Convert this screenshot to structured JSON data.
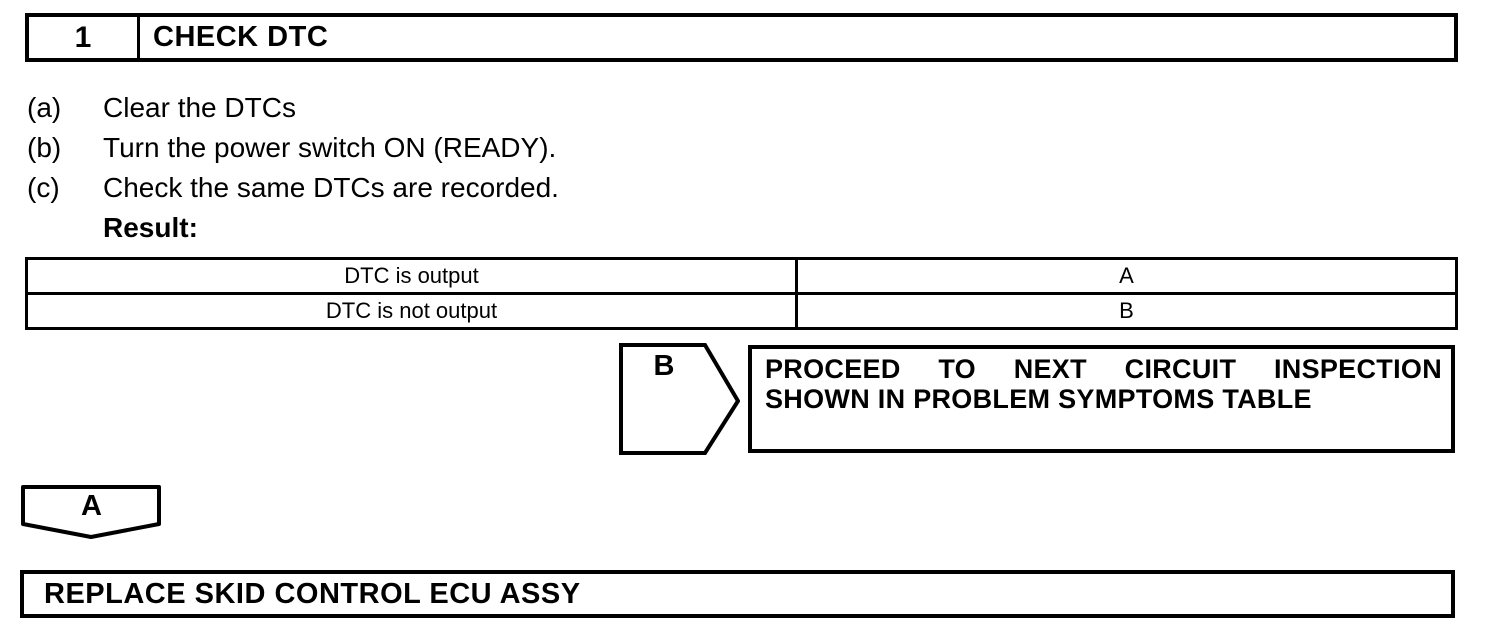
{
  "page": {
    "background_color": "#ffffff",
    "text_color": "#000000"
  },
  "step_header": {
    "number": "1",
    "title": "CHECK DTC"
  },
  "steps": [
    {
      "label": "(a)",
      "text": "Clear the DTCs"
    },
    {
      "label": "(b)",
      "text": "Turn the power switch ON (READY)."
    },
    {
      "label": "(c)",
      "text": "Check the same DTCs are recorded."
    }
  ],
  "result_label": "Result:",
  "result_table": {
    "rows": [
      {
        "condition": "DTC is output",
        "proceed_to": "A"
      },
      {
        "condition": "DTC is not output",
        "proceed_to": "B"
      }
    ]
  },
  "branch_b": {
    "label": "B",
    "action_line1": "PROCEED  TO  NEXT  CIRCUIT  INSPECTION",
    "action_line2": "SHOWN IN PROBLEM SYMPTOMS TABLE"
  },
  "branch_a": {
    "label": "A",
    "action": "REPLACE SKID CONTROL ECU ASSY"
  }
}
